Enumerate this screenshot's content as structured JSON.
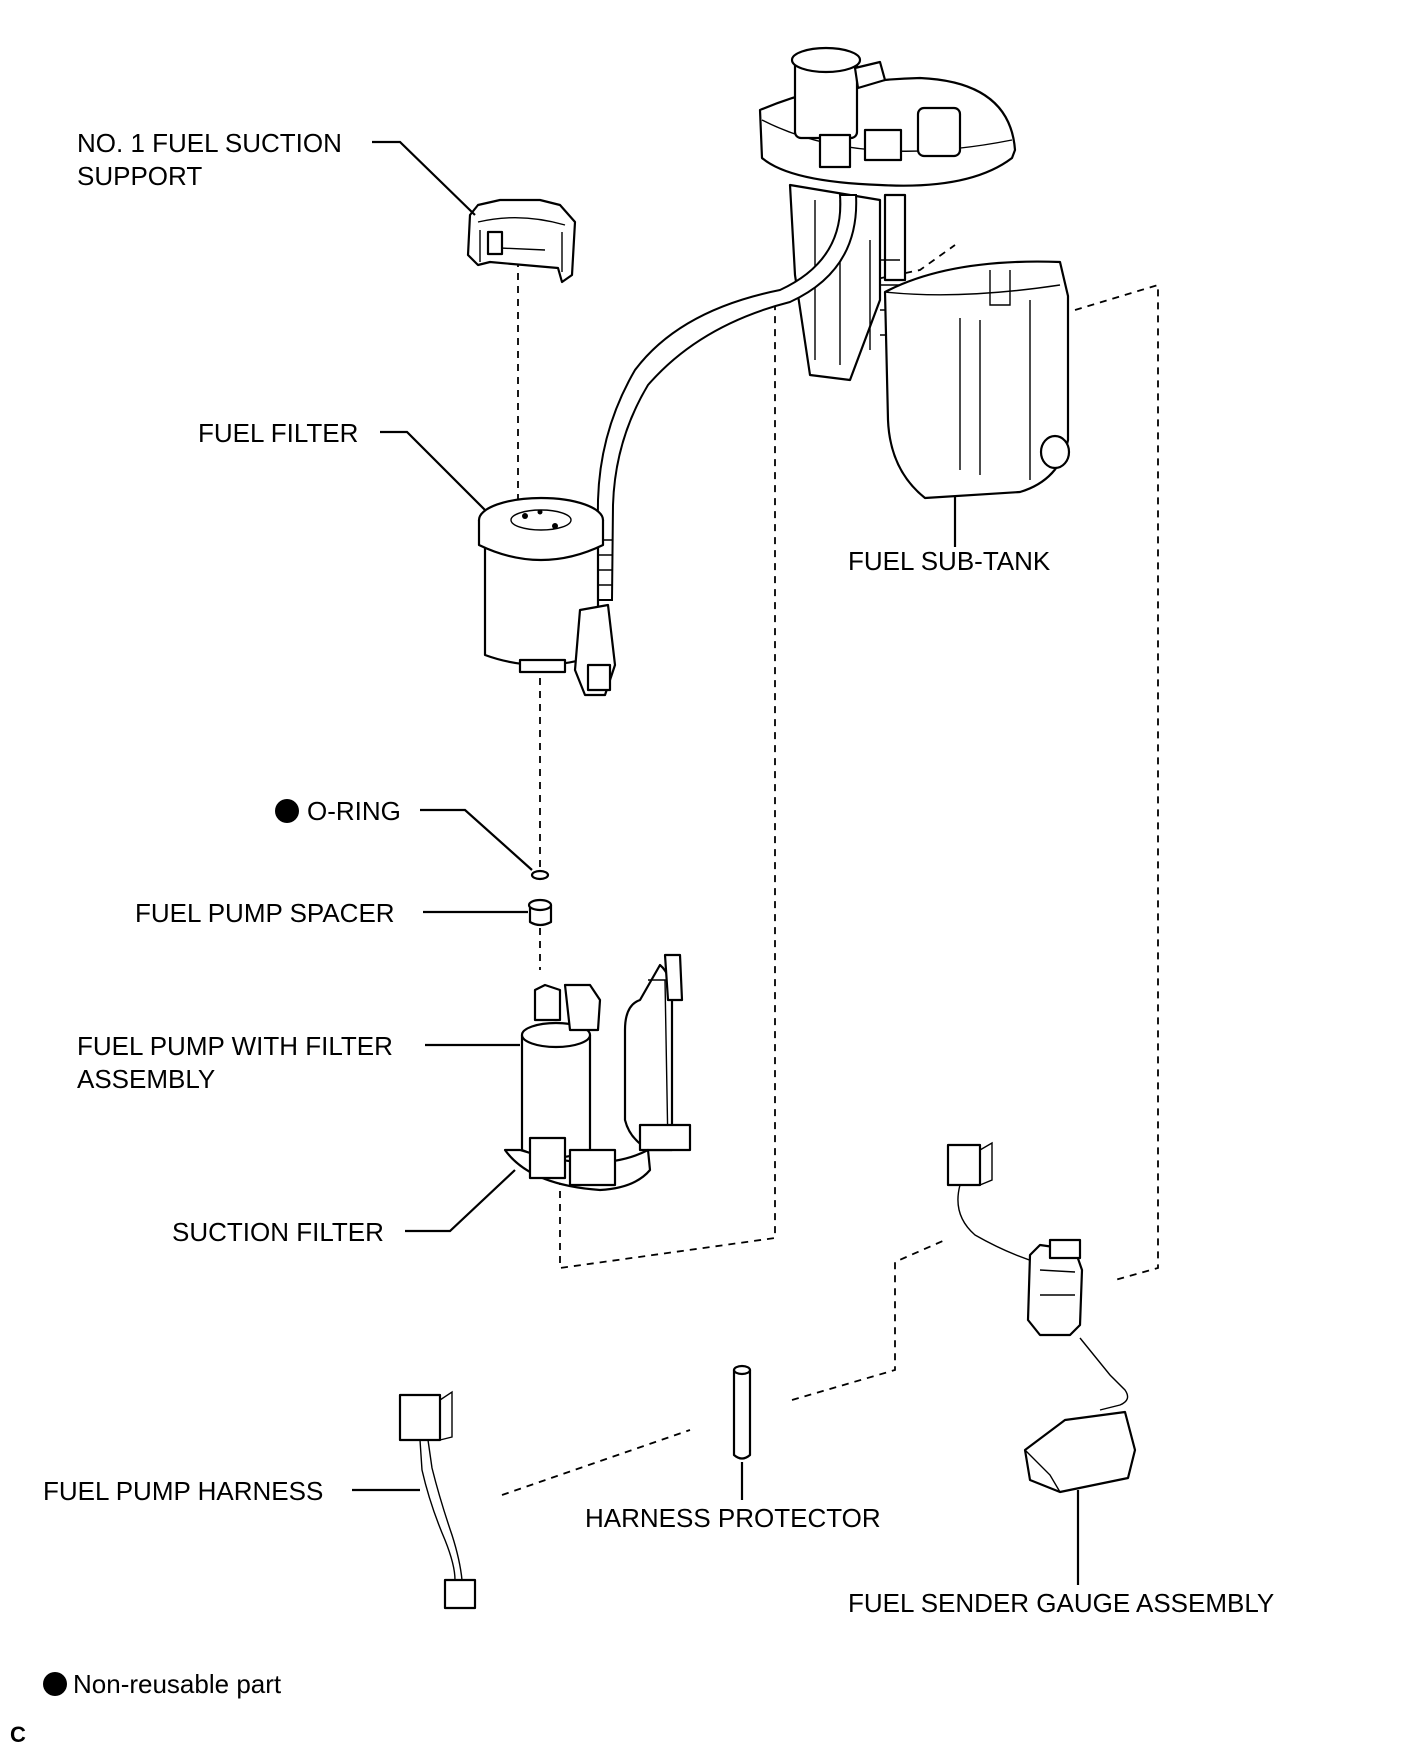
{
  "labels": {
    "fuel_suction_support_line1": "NO. 1 FUEL SUCTION",
    "fuel_suction_support_line2": "SUPPORT",
    "fuel_filter": "FUEL FILTER",
    "fuel_sub_tank": "FUEL SUB-TANK",
    "o_ring": "O-RING",
    "fuel_pump_spacer": "FUEL PUMP SPACER",
    "fuel_pump_assembly_line1": "FUEL PUMP WITH FILTER",
    "fuel_pump_assembly_line2": "ASSEMBLY",
    "suction_filter": "SUCTION FILTER",
    "fuel_pump_harness": "FUEL PUMP HARNESS",
    "harness_protector": "HARNESS PROTECTOR",
    "fuel_sender_gauge_assembly": "FUEL SENDER GAUGE ASSEMBLY"
  },
  "legend": {
    "symbol": "filled-circle",
    "text": "Non-reusable part"
  },
  "corner_mark": "C",
  "icons": {
    "non_reusable_marker": "filled-circle"
  }
}
